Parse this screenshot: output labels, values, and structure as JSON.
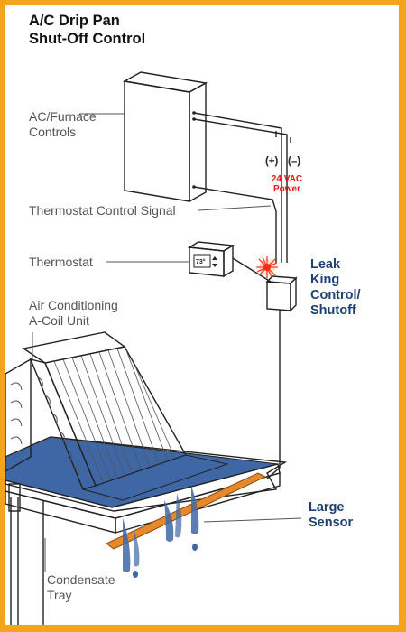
{
  "title": {
    "line1": "A/C Drip Pan",
    "line2": "Shut-Off Control"
  },
  "labels": {
    "ac_furnace_line1": "AC/Furnace",
    "ac_furnace_line2": "Controls",
    "thermostat_control_signal": "Thermostat Control Signal",
    "thermostat": "Thermostat",
    "air_conditioning_line1": "Air Conditioning",
    "air_conditioning_line2": "A-Coil Unit",
    "condensate_line1": "Condensate",
    "condensate_line2": "Tray"
  },
  "power": {
    "plus": "(+)",
    "minus": "(–)",
    "voltage": "24 VAC",
    "word": "Power"
  },
  "leak_king": {
    "line1": "Leak",
    "line2": "King",
    "line3": "Control/",
    "line4": "Shutoff"
  },
  "sensor": {
    "line1": "Large",
    "line2": "Sensor"
  },
  "thermostat_display": {
    "temp": "73°"
  },
  "colors": {
    "frame_orange": "#f5a31a",
    "leak_box_orange": "#f0a030",
    "water_blue": "#3f67a6",
    "label_blue": "#1e3f73",
    "power_red": "#e11c1c"
  }
}
